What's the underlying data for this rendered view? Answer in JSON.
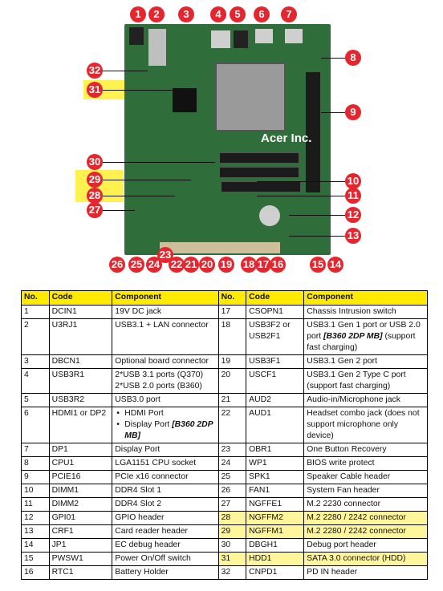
{
  "board": {
    "brand_label": "Acer Inc.",
    "callouts": [
      "1",
      "2",
      "3",
      "4",
      "5",
      "6",
      "7",
      "8",
      "9",
      "10",
      "11",
      "12",
      "13",
      "14",
      "15",
      "16",
      "17",
      "18",
      "19",
      "20",
      "21",
      "22",
      "23",
      "24",
      "25",
      "26",
      "27",
      "28",
      "29",
      "30",
      "31",
      "32"
    ]
  },
  "table": {
    "headers": {
      "no": "No.",
      "code": "Code",
      "component": "Component"
    },
    "left": [
      {
        "no": "1",
        "code": "DCIN1",
        "component": "19V DC jack"
      },
      {
        "no": "2",
        "code": "U3RJ1",
        "component": "USB3.1 + LAN connector"
      },
      {
        "no": "3",
        "code": "DBCN1",
        "component": "Optional board connector"
      },
      {
        "no": "4",
        "code": "USB3R1",
        "component": "2*USB 3.1 ports (Q370)\n2*USB 2.0 ports (B360)"
      },
      {
        "no": "5",
        "code": "USB3R2",
        "component": "USB3.0 port"
      },
      {
        "no": "6",
        "code": "HDMI1 or DP2",
        "component_bullets": [
          "HDMI Port",
          "Display Port "
        ],
        "component_bullet_em": "[B360 2DP MB]"
      },
      {
        "no": "7",
        "code": "DP1",
        "component": "Display Port"
      },
      {
        "no": "8",
        "code": "CPU1",
        "component": "LGA1151 CPU socket"
      },
      {
        "no": "9",
        "code": "PCIE16",
        "component": "PCIe x16 connector"
      },
      {
        "no": "10",
        "code": "DIMM1",
        "component": "DDR4 Slot 1"
      },
      {
        "no": "11",
        "code": "DIMM2",
        "component": "DDR4 Slot 2"
      },
      {
        "no": "12",
        "code": "GPI01",
        "component": "GPIO header"
      },
      {
        "no": "13",
        "code": "CRF1",
        "component": "Card reader header"
      },
      {
        "no": "14",
        "code": "JP1",
        "component": "EC debug header"
      },
      {
        "no": "15",
        "code": "PWSW1",
        "component": "Power On/Off switch"
      },
      {
        "no": "16",
        "code": "RTC1",
        "component": "Battery Holder"
      }
    ],
    "right": [
      {
        "no": "17",
        "code": "CSOPN1",
        "component": "Chassis Intrusion switch"
      },
      {
        "no": "18",
        "code": "USB3F2 or USB2F1",
        "component": "USB3.1 Gen 1 port or USB 2.0 port ",
        "component_em": "[B360 2DP MB]",
        "component_tail": " (support fast charging)"
      },
      {
        "no": "19",
        "code": "USB3F1",
        "component": "USB3.1 Gen 2 port"
      },
      {
        "no": "20",
        "code": "USCF1",
        "component": "USB3.1 Gen 2 Type C port (support fast charging)"
      },
      {
        "no": "21",
        "code": "AUD2",
        "component": "Audio-in/Microphone jack"
      },
      {
        "no": "22",
        "code": "AUD1",
        "component": "Headset combo jack (does not support microphone only device)"
      },
      {
        "no": "23",
        "code": "OBR1",
        "component": "One Button Recovery"
      },
      {
        "no": "24",
        "code": "WP1",
        "component": "BIOS write protect"
      },
      {
        "no": "25",
        "code": "SPK1",
        "component": "Speaker Cable header"
      },
      {
        "no": "26",
        "code": "FAN1",
        "component": "System Fan header"
      },
      {
        "no": "27",
        "code": "NGFFE1",
        "component": "M.2 2230 connector"
      },
      {
        "no": "28",
        "code": "NGFFM2",
        "component": "M.2 2280 / 2242 connector"
      },
      {
        "no": "29",
        "code": "NGFFM1",
        "component": "M.2 2280 / 2242 connector"
      },
      {
        "no": "30",
        "code": "DBGH1",
        "component": "Debug port header"
      },
      {
        "no": "31",
        "code": "HDD1",
        "component": "SATA 3.0 connector (HDD)"
      },
      {
        "no": "32",
        "code": "CNPD1",
        "component": "PD IN header"
      }
    ],
    "highlighted_right_rows": [
      "28",
      "29",
      "31"
    ],
    "highlight_color": "#fff59a",
    "header_color": "#ffea00",
    "callout_color": "#e4262f"
  }
}
